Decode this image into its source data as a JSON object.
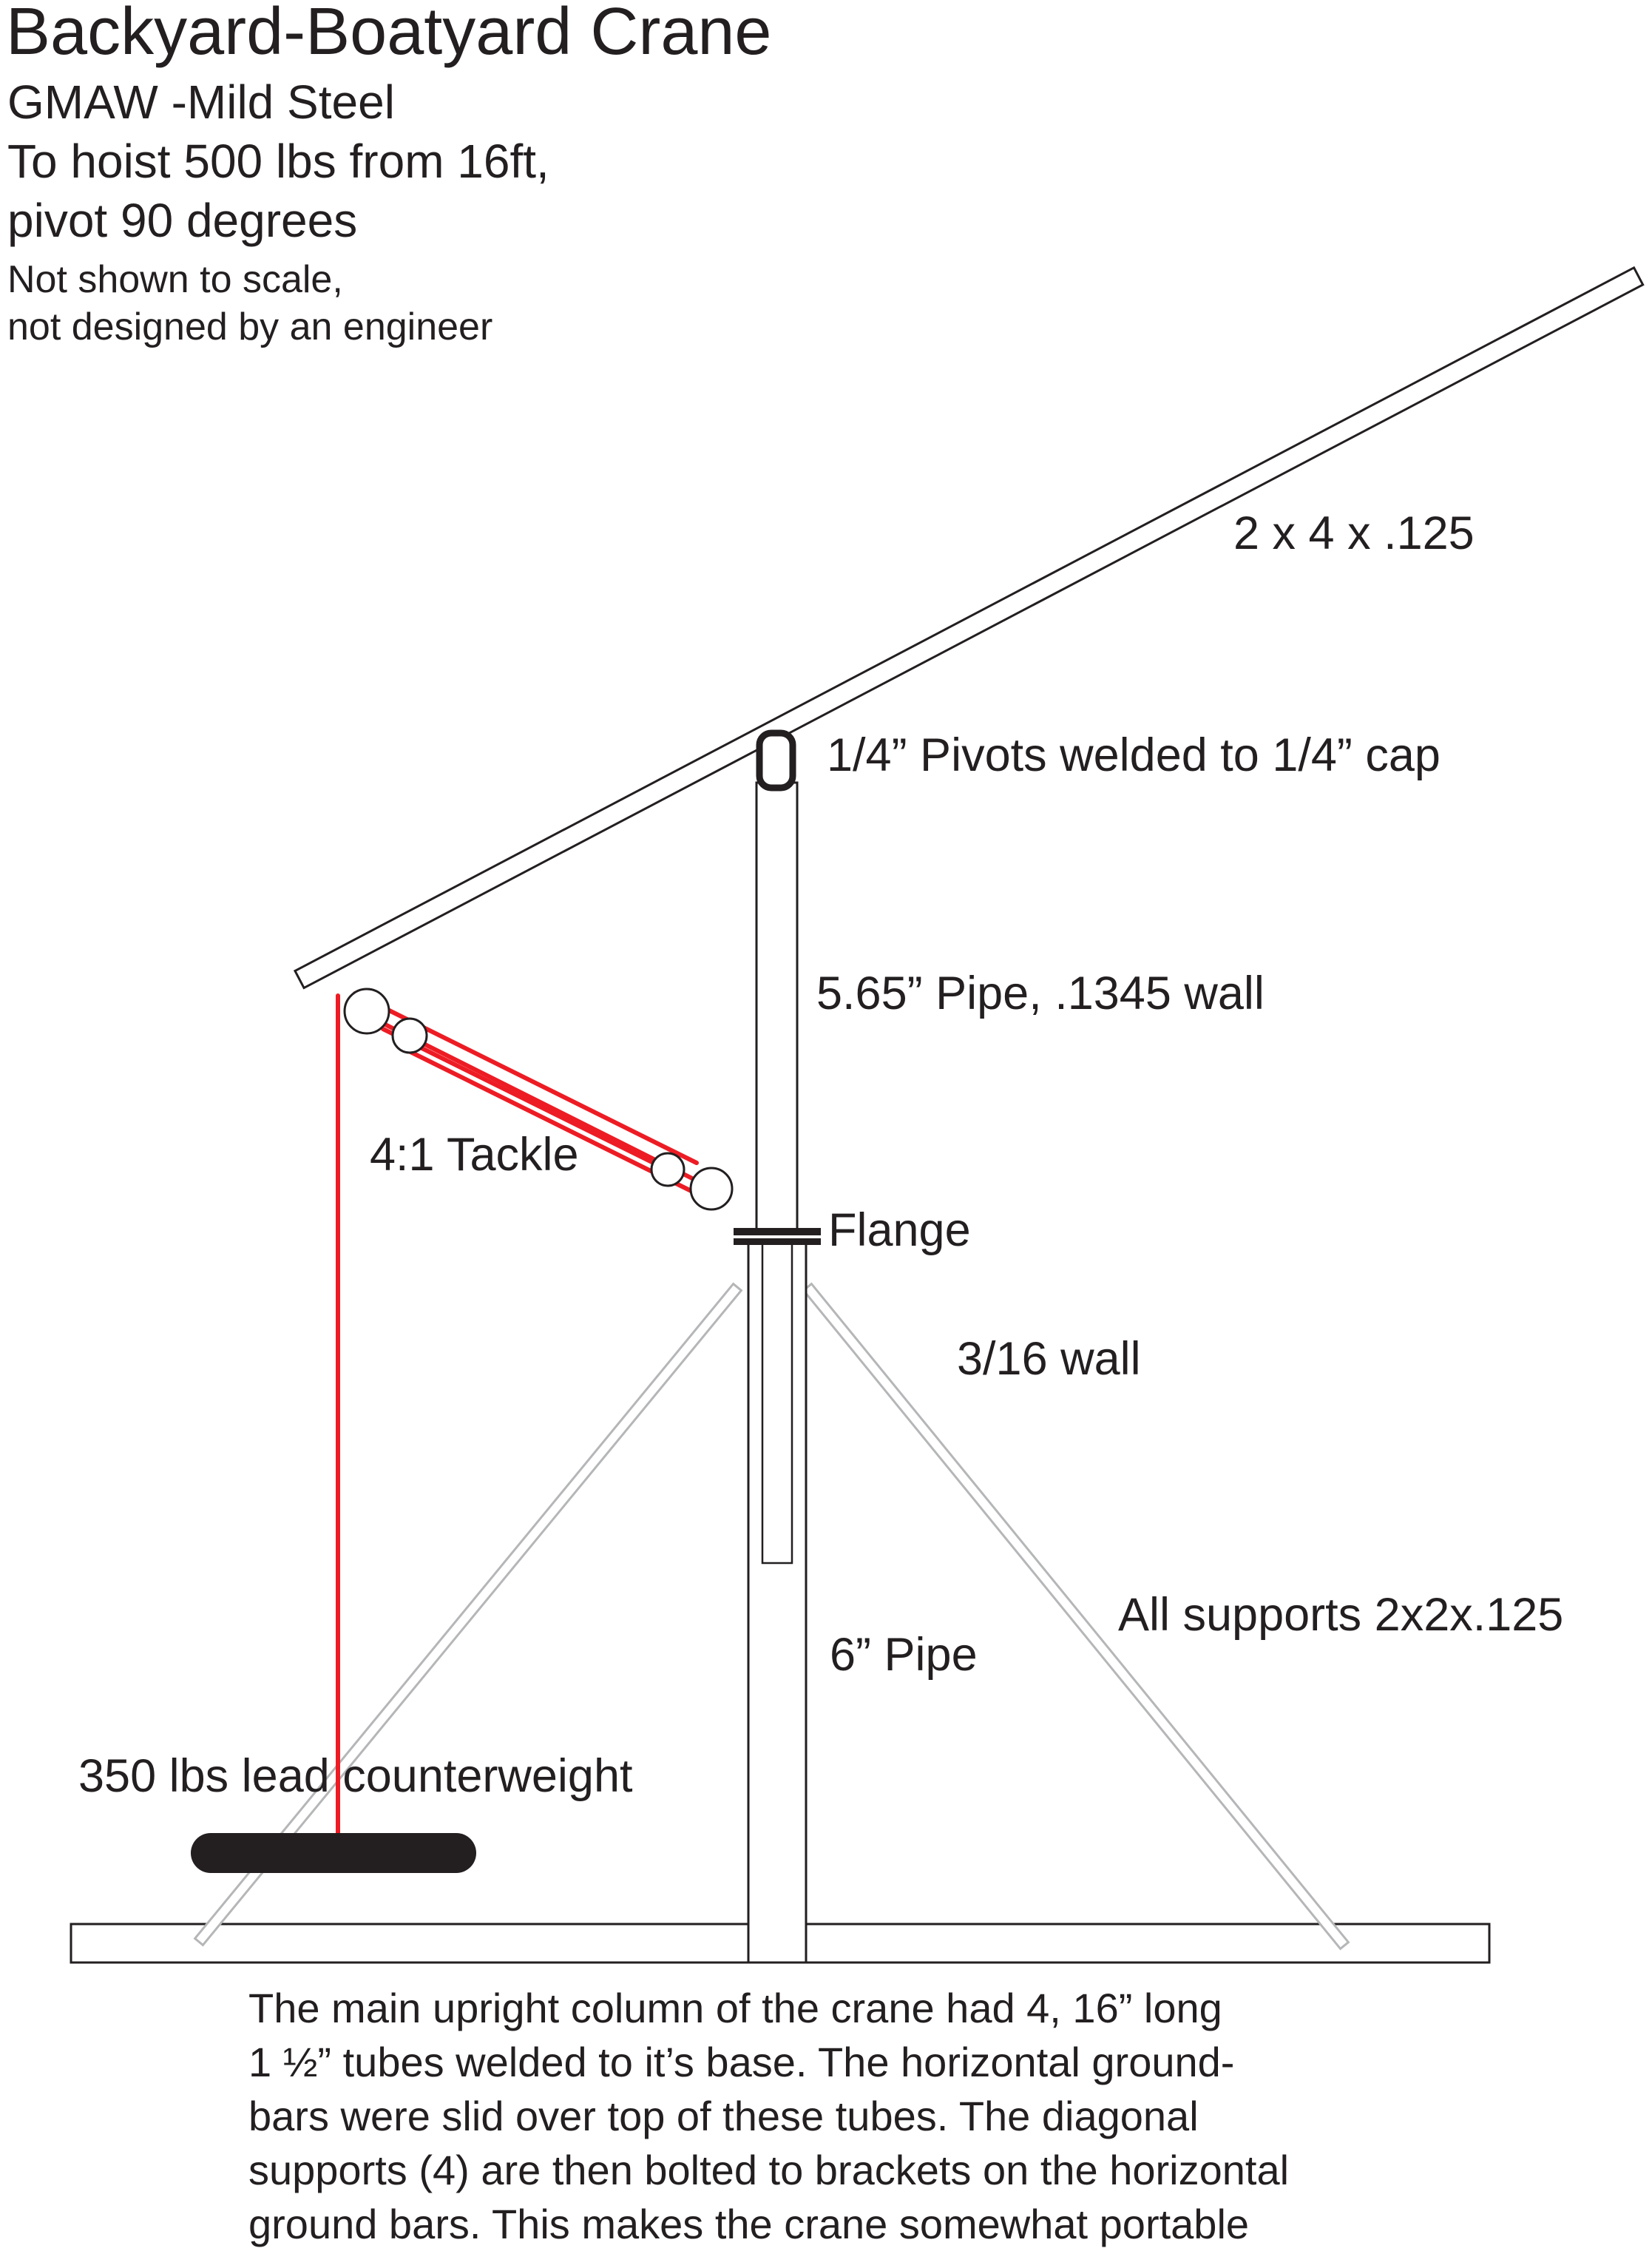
{
  "header": {
    "title": "Backyard-Boatyard Crane",
    "subtitle_lines": [
      "GMAW -Mild Steel",
      "To hoist 500 lbs from 16ft,",
      "pivot 90 degrees"
    ],
    "note_lines": [
      "Not shown to scale,",
      "not designed by an engineer"
    ]
  },
  "labels": {
    "boom_size": "2 x 4 x .125",
    "pivot": "1/4” Pivots welded to 1/4” cap",
    "upper_pipe": "5.65” Pipe, .1345 wall",
    "tackle": "4:1 Tackle",
    "flange": "Flange",
    "wall_thickness": "3/16 wall",
    "lower_pipe": "6” Pipe",
    "supports": "All supports 2x2x.125",
    "counterweight": "350 lbs lead counterweight"
  },
  "footer": {
    "lines": [
      "The main upright column of the crane had 4, 16” long",
      "1 ½” tubes welded to it’s base. The horizontal ground-",
      "bars were slid over top of these tubes. The diagonal",
      "supports (4) are then bolted to brackets on the horizontal",
      "ground bars. This makes the crane somewhat portable"
    ]
  },
  "colors": {
    "ink": "#231f20",
    "rigging_red": "#ed1c24",
    "support_gray": "#b5b6b8",
    "background": "#ffffff"
  }
}
